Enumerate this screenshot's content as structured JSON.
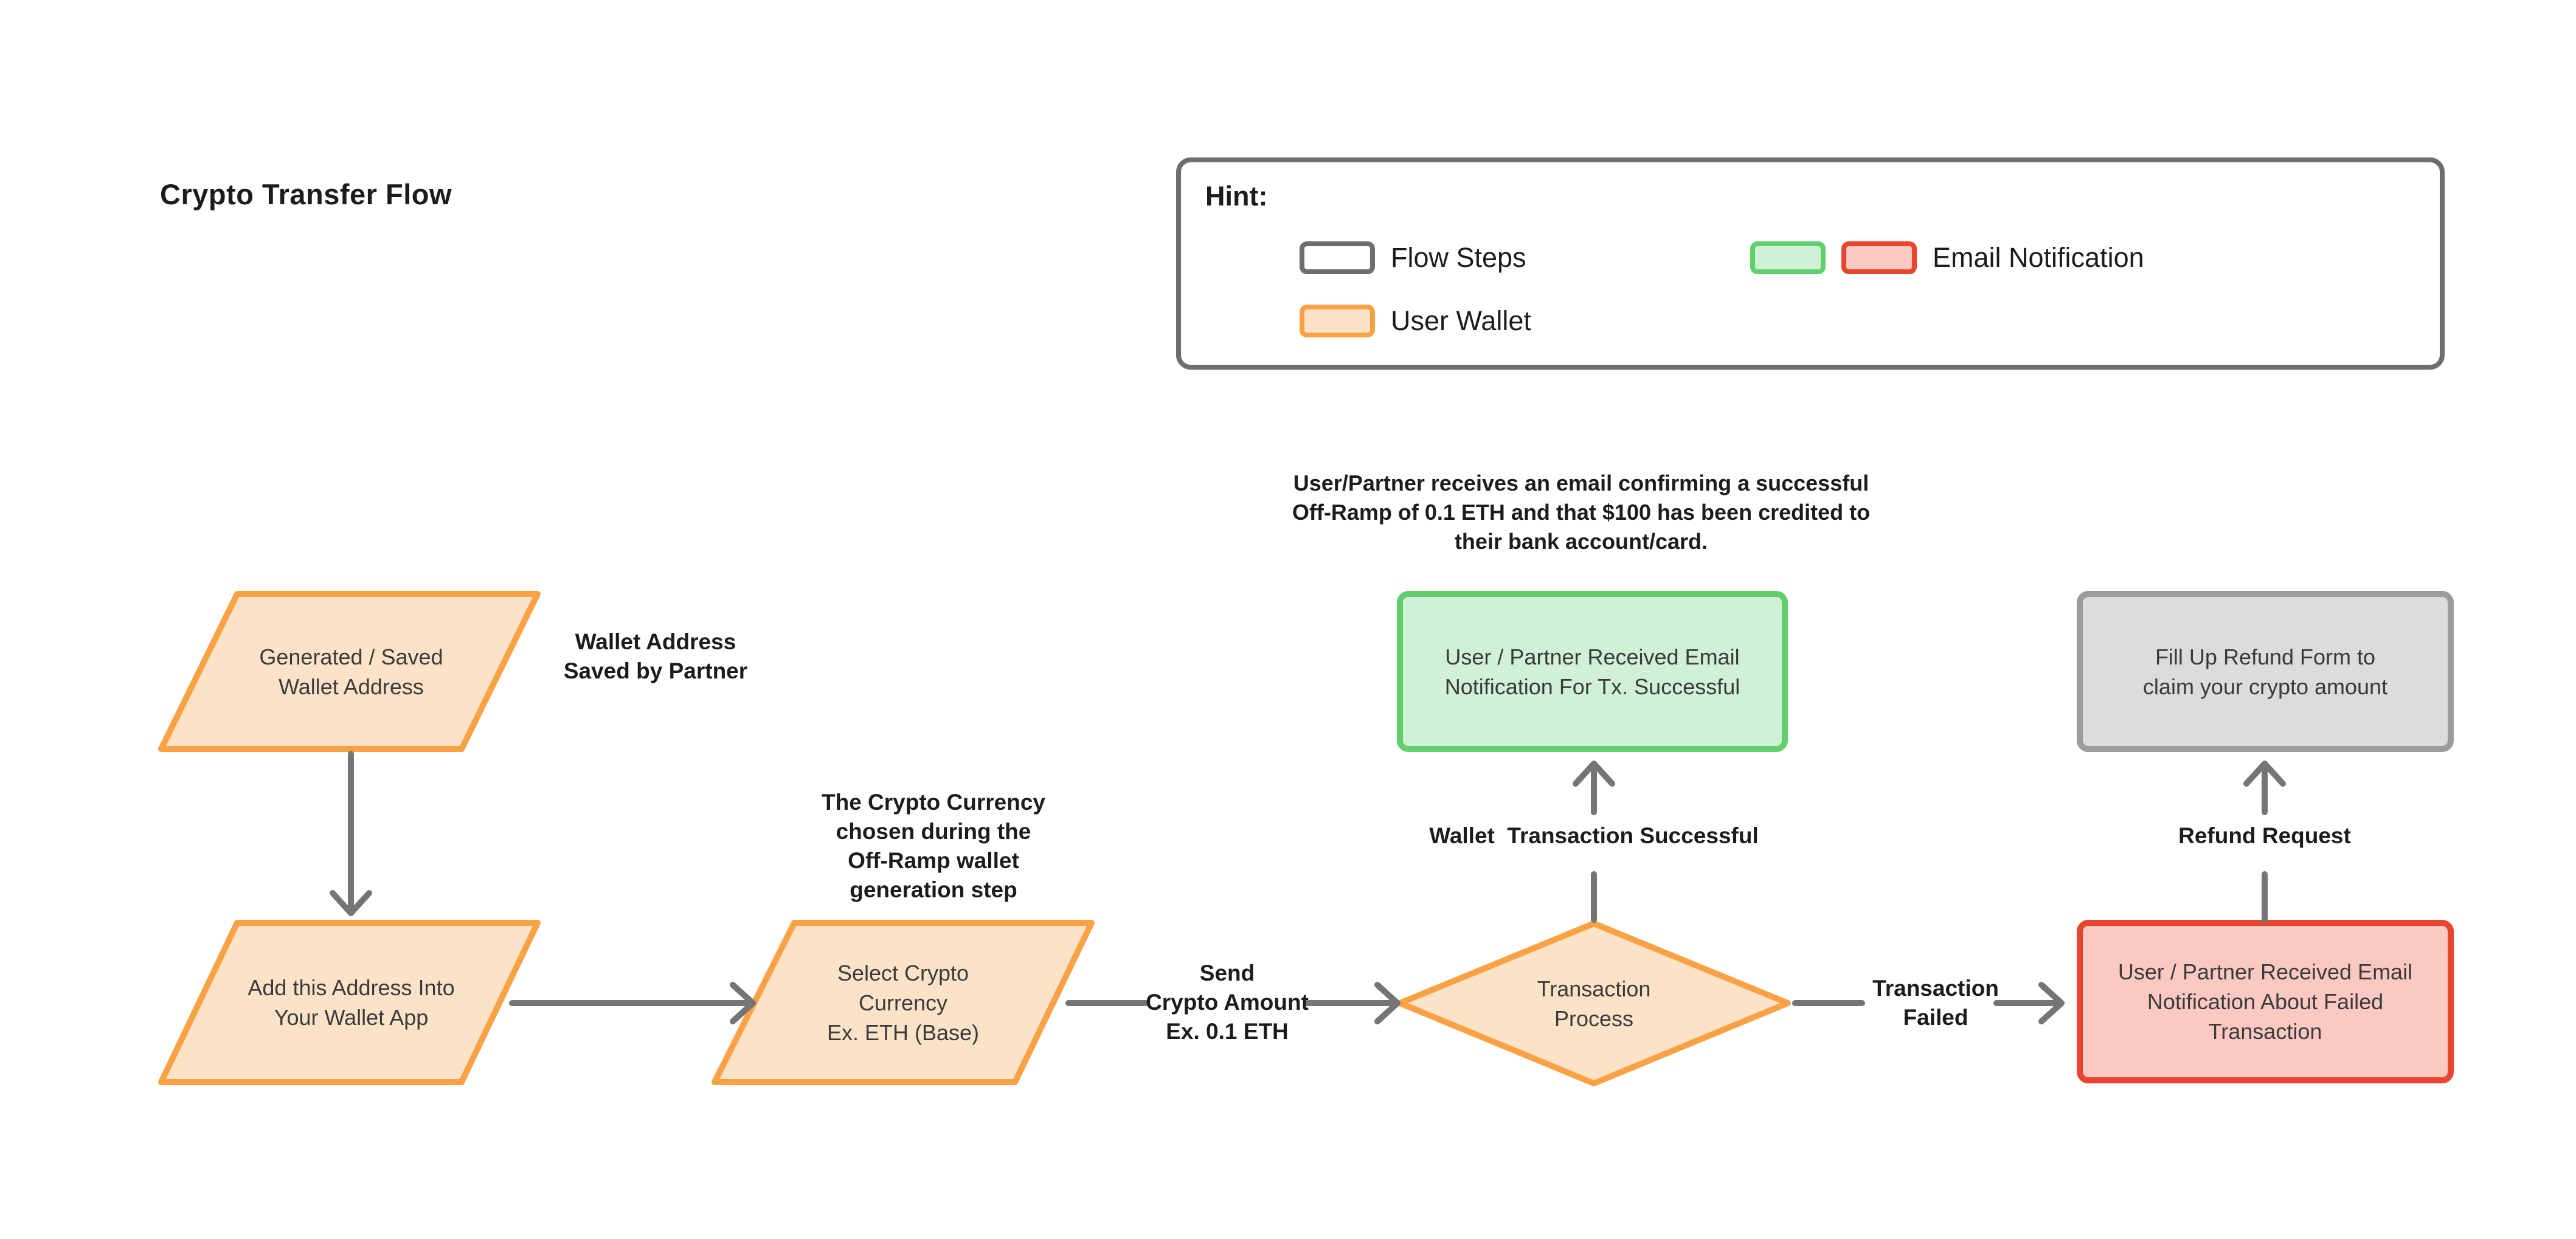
{
  "title": "Crypto Transfer Flow",
  "legend": {
    "title": "Hint:",
    "items": {
      "flow_steps": {
        "label": "Flow Steps"
      },
      "user_wallet": {
        "label": "User Wallet"
      },
      "email_notification": {
        "label": "Email Notification"
      }
    }
  },
  "nodes": {
    "generated_wallet": {
      "label": "Generated / Saved\nWallet Address"
    },
    "add_address": {
      "label": "Add this Address Into\nYour Wallet App"
    },
    "select_crypto": {
      "label": "Select Crypto\nCurrency\nEx. ETH (Base)"
    },
    "transaction_process": {
      "label": "Transaction\nProcess"
    },
    "tx_success_email": {
      "label": "User / Partner Received Email\nNotification For Tx. Successful"
    },
    "refund_form": {
      "label": "Fill Up Refund Form to\nclaim your crypto amount"
    },
    "tx_failed_email": {
      "label": "User / Partner Received Email\nNotification About Failed\nTransaction"
    }
  },
  "annotations": {
    "wallet_saved": "Wallet Address\nSaved by Partner",
    "crypto_chosen": "The Crypto Currency\nchosen during the\nOff-Ramp wallet\ngeneration step",
    "send_amount": "Send\nCrypto Amount\nEx. 0.1 ETH",
    "success_note": "User/Partner receives an email confirming a successful\nOff-Ramp of 0.1 ETH and that $100 has been credited to\ntheir bank account/card.",
    "wallet_tx_successful": "Wallet  Transaction Successful",
    "transaction_failed": "Transaction\nFailed",
    "refund_request": "Refund Request"
  },
  "palette": {
    "canvas-bg": "#ffffff",
    "text-dark": "#1c1c1e",
    "node-text": "#3a3a3c",
    "arrow-gray": "#757575",
    "legend-border": "#6e6e6e",
    "flow-border": "#6e6e6e",
    "flow-fill": "#ffffff",
    "wallet-border": "#f9a245",
    "wallet-fill": "#fce3c7",
    "success-border": "#62cf6e",
    "success-fill": "#d0f1d5",
    "fail-border": "#e8452e",
    "fail-fill": "#fcc9c2",
    "neutral-border": "#9c9c9c",
    "neutral-fill": "#dcdcdc"
  }
}
